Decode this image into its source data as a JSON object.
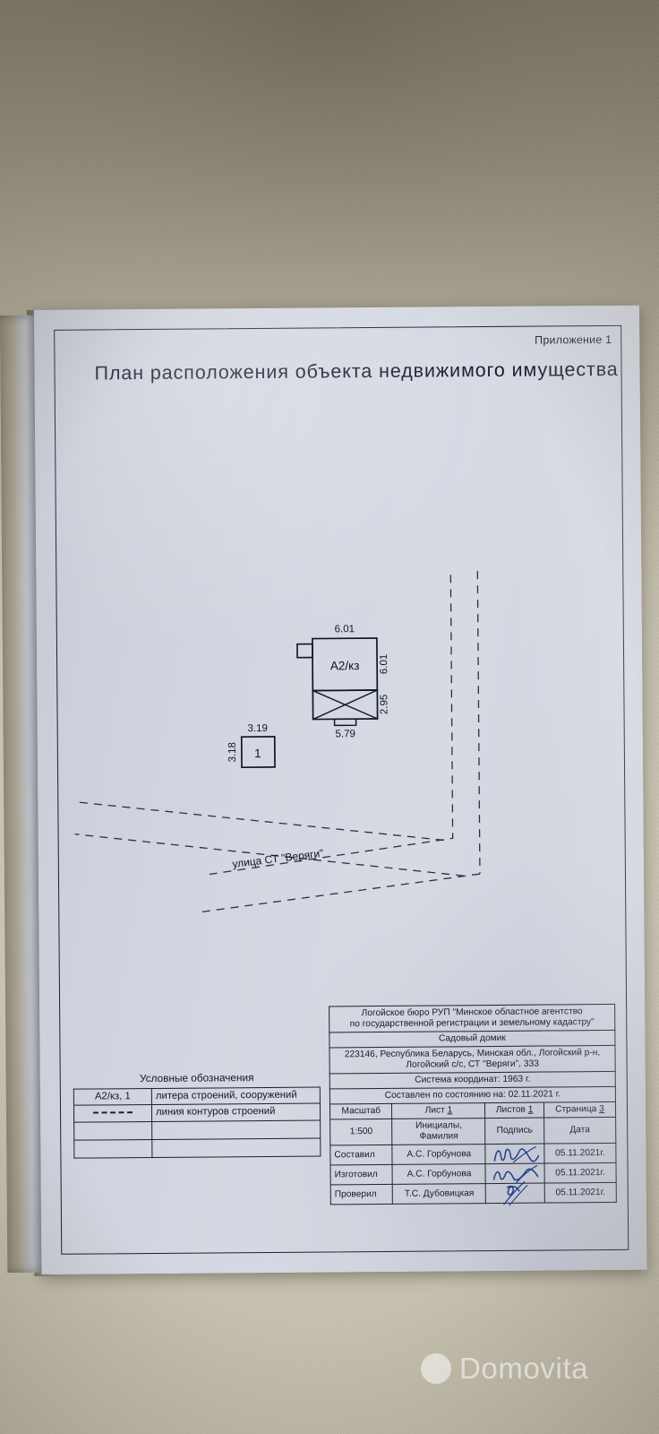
{
  "document": {
    "appendix_label": "Приложение 1",
    "title": "План расположения объекта недвижимого имущества"
  },
  "plan": {
    "main_building_letter": "А2/кз",
    "outbuilding_letter": "1",
    "street_label": "улица СТ \"Веряги\"",
    "dimensions": {
      "main_top": "6.01",
      "main_right": "6.01",
      "veranda_right": "2.95",
      "veranda_bottom": "5.79",
      "out_top": "3.19",
      "out_left": "3.18"
    }
  },
  "legend": {
    "title": "Условные обозначения",
    "rows": [
      {
        "key": "А2/кз, 1",
        "symbol": "text",
        "desc": "литера строений, сооружений"
      },
      {
        "key": "",
        "symbol": "dashed-line",
        "desc": "линия контуров строений"
      },
      {
        "key": "",
        "symbol": "",
        "desc": ""
      },
      {
        "key": "",
        "symbol": "",
        "desc": ""
      }
    ]
  },
  "title_block": {
    "organization_line1": "Логойское бюро РУП \"Минское областное агентство",
    "organization_line2": "по государственной регистрации и земельному кадастру\"",
    "object_name": "Садовый домик",
    "address_line1": "223146, Республика Беларусь, Минская обл., Логойский р-н,",
    "address_line2": "Логойский с/с, СТ \"Веряги\", 333",
    "coordinate_system": "Система координат: 1963 г.",
    "compiled_on": "Составлен по состоянию на: 02.11.2021 г.",
    "header": {
      "scale_label": "Масштаб",
      "sheet_label": "Лист",
      "sheet_value": "1",
      "sheets_label": "Листов",
      "sheets_value": "1",
      "page_label": "Страница",
      "page_value": "3"
    },
    "subheader": {
      "scale_value": "1:500",
      "initials_label": "Инициалы, Фамилия",
      "signature_label": "Подпись",
      "date_label": "Дата"
    },
    "rows": [
      {
        "role": "Составил",
        "name": "А.С. Горбунова",
        "signature": "handwritten",
        "date": "05.11.2021г."
      },
      {
        "role": "Изготовил",
        "name": "А.С. Горбунова",
        "signature": "handwritten",
        "date": "05.11.2021г."
      },
      {
        "role": "Проверил",
        "name": "Т.С. Дубовицкая",
        "signature": "handwritten",
        "date": "05.11.2021г."
      }
    ]
  },
  "watermark": {
    "text": "Domovita"
  },
  "colors": {
    "ink": "#1b2030",
    "paper": "#d3d7e1",
    "surface": "#c9c3b0"
  }
}
